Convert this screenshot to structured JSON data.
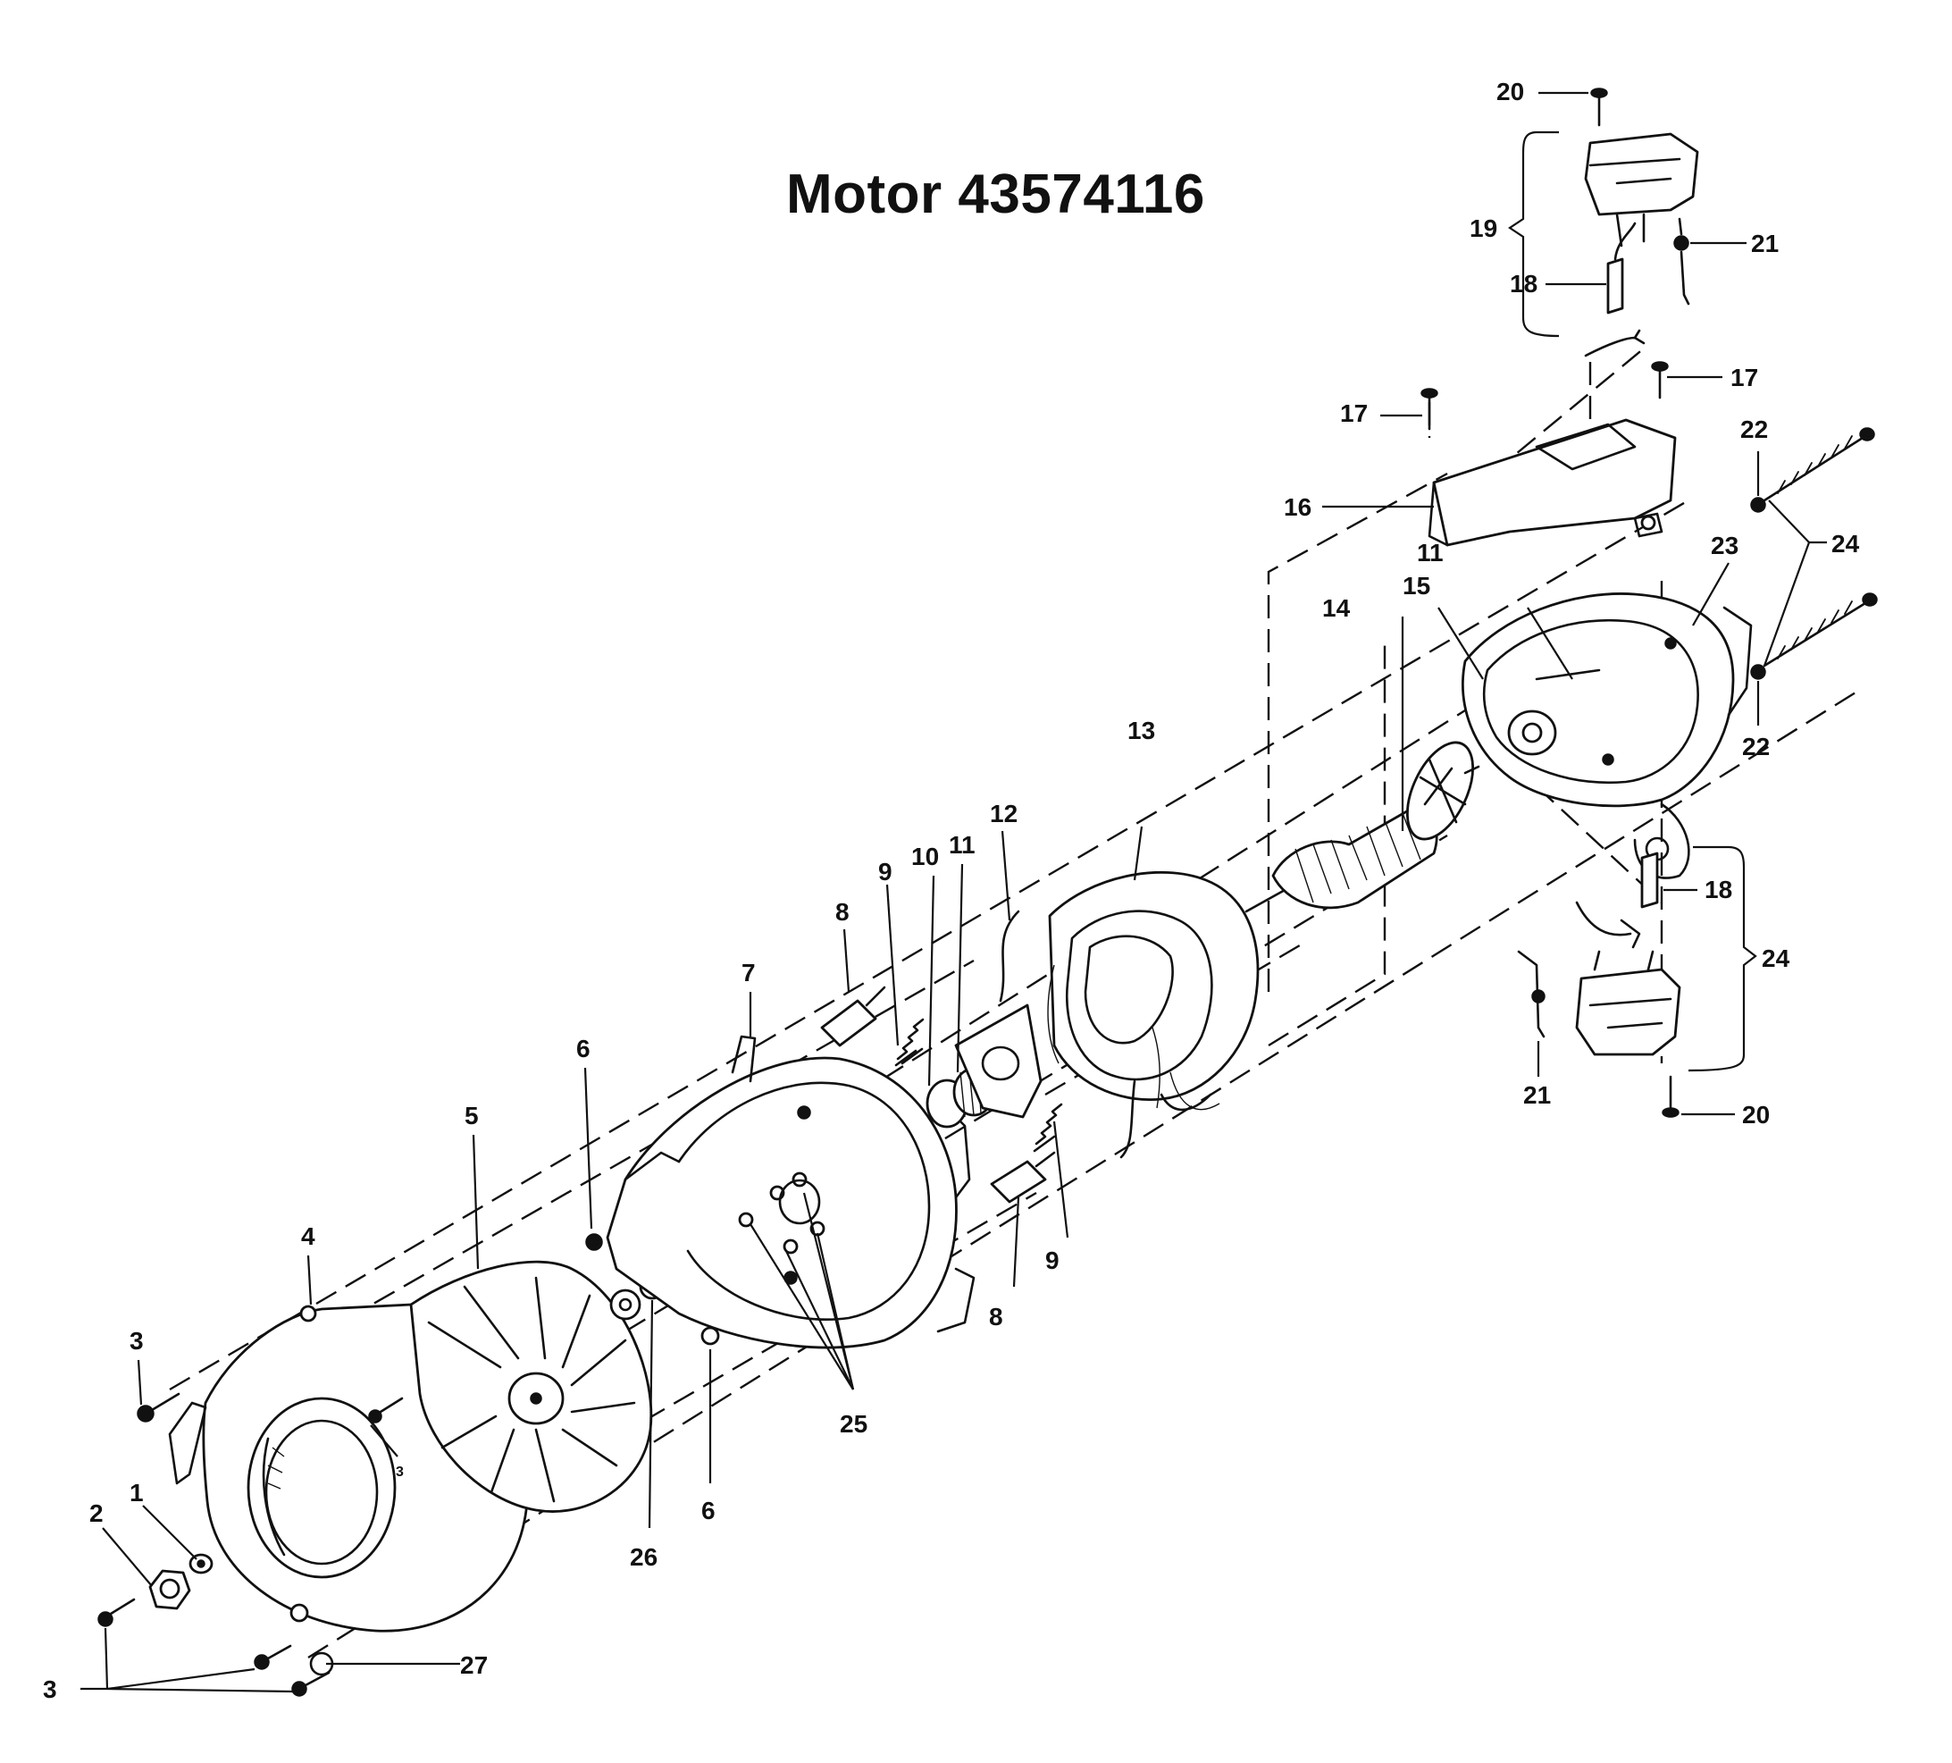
{
  "title": "Motor 43574116",
  "callouts": {
    "c1": "1",
    "c2": "2",
    "c3a": "3",
    "c3b": "3",
    "c3c": "3",
    "c4": "4",
    "c5": "5",
    "c6a": "6",
    "c6b": "6",
    "c7": "7",
    "c8a": "8",
    "c8b": "8",
    "c9a": "9",
    "c9b": "9",
    "c10": "10",
    "c11a": "11",
    "c11b": "11",
    "c12": "12",
    "c13": "13",
    "c14": "14",
    "c15": "15",
    "c16": "16",
    "c17a": "17",
    "c17b": "17",
    "c18a": "18",
    "c18b": "18",
    "c19": "19",
    "c20a": "20",
    "c20b": "20",
    "c21a": "21",
    "c21b": "21",
    "c22a": "22",
    "c22b": "22",
    "c23": "23",
    "c24a": "24",
    "c24b": "24",
    "c25": "25",
    "c26": "26",
    "c27": "27"
  }
}
